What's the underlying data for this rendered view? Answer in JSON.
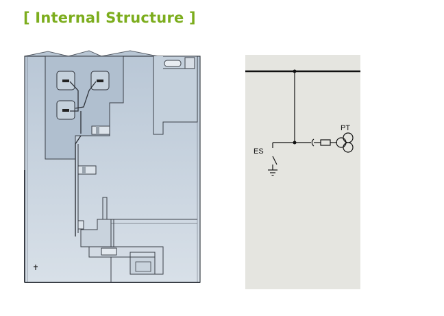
{
  "title": "[ Internal Structure ]",
  "colors": {
    "title": "#7cad1d",
    "cabinet_fill": "#c7d3df",
    "cabinet_line": "#3a3f47",
    "schematic_bg": "#e5e5e0",
    "schematic_line": "#111111"
  },
  "schematic": {
    "labels": {
      "pt": "PT",
      "es": "ES"
    }
  }
}
